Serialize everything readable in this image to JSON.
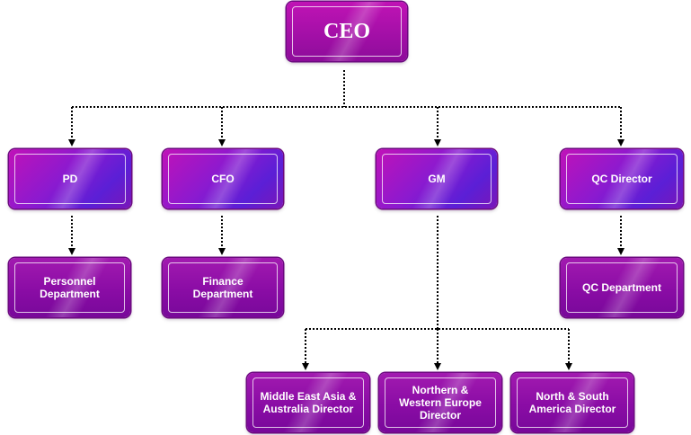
{
  "org_chart": {
    "ceo": "CEO",
    "pd": "PD",
    "cfo": "CFO",
    "gm": "GM",
    "qc_director": "QC Director",
    "personnel_department": "Personnel\nDepartment",
    "finance_department": "Finance\nDepartment",
    "qc_department": "QC Department",
    "middle_east_asia_australia_director": "Middle East Asia &\nAustralia Director",
    "northern_western_europe_director": "Northern &\nWestern Europe\nDirector",
    "north_south_america_director": "North & South\nAmerica Director"
  },
  "colors": {
    "node_fill": "#8a0ca5",
    "node_fill_blue_tint": "#5b1fd6",
    "node_text": "#ffffff",
    "connector": "#000000"
  }
}
